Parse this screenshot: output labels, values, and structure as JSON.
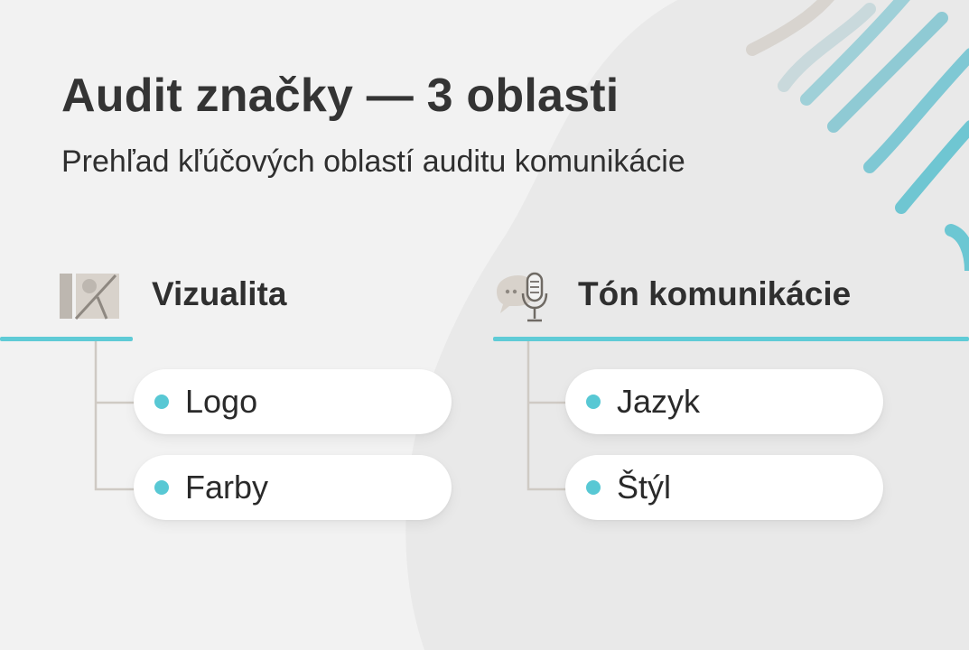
{
  "title": "Audit značky — 3 oblasti",
  "subtitle": "Prehľad kľúčových oblastí auditu komunikácie",
  "colors": {
    "accent": "#5fcbd6",
    "dot": "#58c8d4",
    "connector": "#cfcac4",
    "background": "#f2f2f2",
    "text": "#2f2f2f"
  },
  "branches": [
    {
      "icon": "image-gallery-icon",
      "title": "Vizualita",
      "items": [
        {
          "label": "Logo"
        },
        {
          "label": "Farby"
        }
      ]
    },
    {
      "icon": "chat-microphone-icon",
      "title": "Tón komunikácie",
      "items": [
        {
          "label": "Jazyk"
        },
        {
          "label": "Štýl"
        }
      ]
    }
  ]
}
